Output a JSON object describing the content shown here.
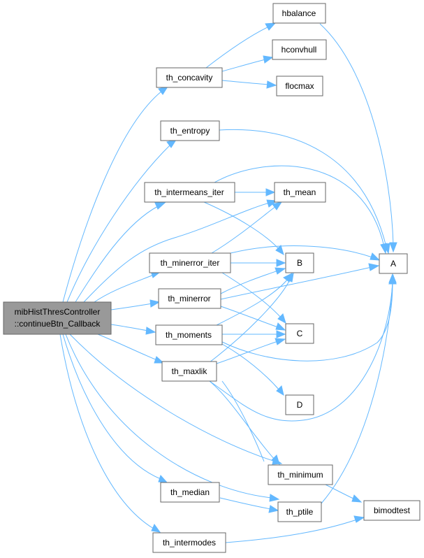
{
  "diagram": {
    "root": {
      "label_line1": "mibHistThresController",
      "label_line2": "::continueBtn_Callback"
    },
    "nodes": {
      "hbalance": "hbalance",
      "hconvhull": "hconvhull",
      "flocmax": "flocmax",
      "th_concavity": "th_concavity",
      "th_entropy": "th_entropy",
      "th_intermeans_iter": "th_intermeans_iter",
      "th_mean": "th_mean",
      "th_minerror_iter": "th_minerror_iter",
      "A": "A",
      "B": "B",
      "th_minerror": "th_minerror",
      "C": "C",
      "th_moments": "th_moments",
      "th_maxlik": "th_maxlik",
      "D": "D",
      "th_minimum": "th_minimum",
      "th_median": "th_median",
      "th_ptile": "th_ptile",
      "bimodtest": "bimodtest",
      "th_intermodes": "th_intermodes"
    },
    "colors": {
      "edge": "#63b8ff",
      "node_border": "#666666",
      "root_fill": "#999999",
      "node_fill": "#ffffff"
    }
  }
}
